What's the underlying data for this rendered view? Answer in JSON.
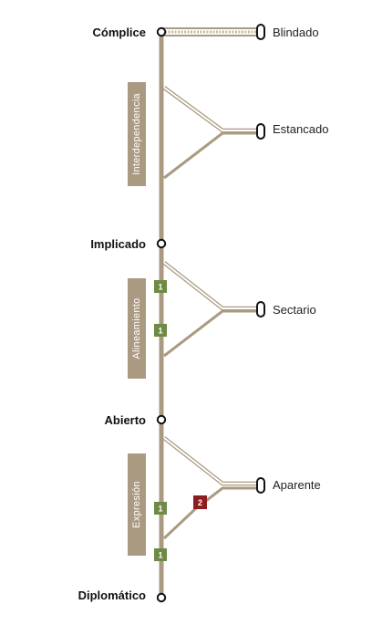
{
  "colors": {
    "track": "#ab9a82",
    "track_light": "#c7b8a3",
    "phase_box": "#ab9a82",
    "badge_green": "#6f8a45",
    "badge_red": "#8f1d1d",
    "node": "#111111"
  },
  "stages": [
    {
      "id": "complice",
      "label": "Cómplice"
    },
    {
      "id": "implicado",
      "label": "Implicado"
    },
    {
      "id": "abierto",
      "label": "Abierto"
    },
    {
      "id": "diplomatico",
      "label": "Diplomático"
    }
  ],
  "outcomes": [
    {
      "id": "blindado",
      "label": "Blindado"
    },
    {
      "id": "estancado",
      "label": "Estancado"
    },
    {
      "id": "sectario",
      "label": "Sectario"
    },
    {
      "id": "aparente",
      "label": "Aparente"
    }
  ],
  "phases": [
    {
      "id": "interdependencia",
      "label": "Interdependencia"
    },
    {
      "id": "alineamiento",
      "label": "Alineamiento"
    },
    {
      "id": "expresion",
      "label": "Expresión"
    }
  ],
  "badges": [
    {
      "id": "alineamiento-1",
      "label": "1",
      "color": "green"
    },
    {
      "id": "alineamiento-2",
      "label": "1",
      "color": "green"
    },
    {
      "id": "expresion-1",
      "label": "1",
      "color": "green"
    },
    {
      "id": "expresion-red",
      "label": "2",
      "color": "red"
    },
    {
      "id": "expresion-2",
      "label": "1",
      "color": "green"
    }
  ]
}
